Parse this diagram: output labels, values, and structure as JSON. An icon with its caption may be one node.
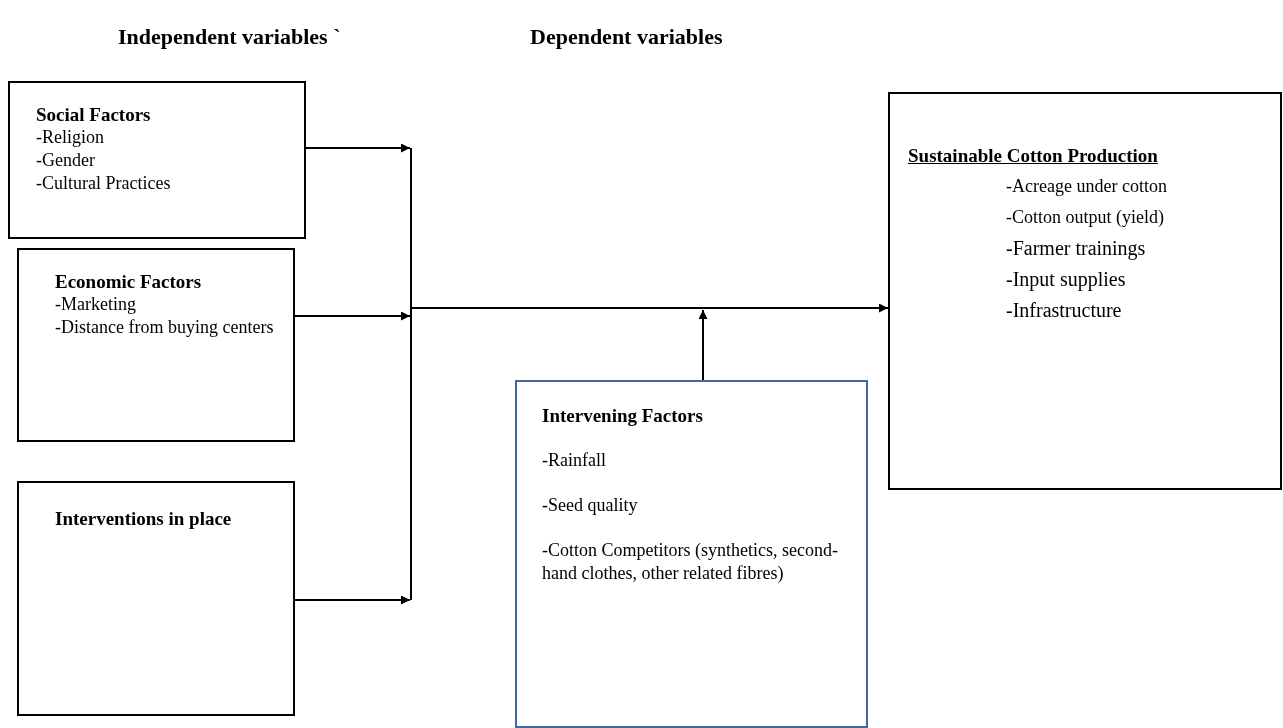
{
  "diagram": {
    "nodes": [
      {
        "text": [
          "Social Factors",
          "-Religion",
          "-Gender",
          "-Cultural Practices"
        ]
      },
      {
        "text": [
          "Economic Factors",
          "-Marketing",
          "-Distance from buying centers"
        ]
      },
      {
        "text": [
          "Interventions in place"
        ]
      },
      {
        "text": [],
        "shape": "bar"
      },
      {
        "text": [
          "Sustainable Cotton Production",
          "-Acreage under cotton",
          "-Cotton output (yield)",
          "-Farmer trainings",
          "-Input supplies",
          "-Infrastructure"
        ]
      },
      {
        "text": [
          "Intervening Factors",
          "-Rainfall",
          "-Seed quality",
          "-Cotton Competitors (synthetics, second-hand clothes, other related fibres)"
        ]
      }
    ],
    "edges": [
      {
        "from": 0,
        "to": 3,
        "arrow": "to"
      },
      {
        "from": 1,
        "to": 3,
        "arrow": "to"
      },
      {
        "from": 2,
        "to": 3,
        "arrow": "to"
      },
      {
        "from": 3,
        "to": 4,
        "arrow": "to"
      },
      {
        "from": 5,
        "to": null,
        "arrow": "to"
      }
    ],
    "labels": [
      "Independent variables `",
      "Dependent variables"
    ]
  }
}
